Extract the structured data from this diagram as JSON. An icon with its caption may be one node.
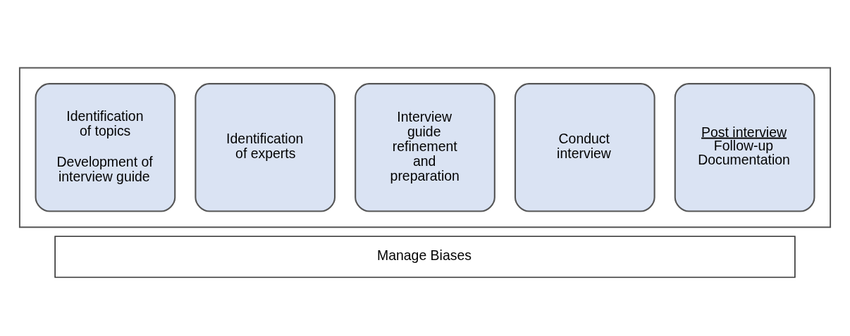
{
  "diagram": {
    "nodes": [
      {
        "text": [],
        "shape": "arrow"
      },
      {
        "text": [
          "Identification of topics",
          "Development of interview guide"
        ],
        "in": 0
      },
      {
        "text": [
          "Identification of experts"
        ],
        "in": 0
      },
      {
        "text": [
          "Interview guide refinement and preparation"
        ],
        "in": 0
      },
      {
        "text": [
          "Conduct interview"
        ],
        "in": 0
      },
      {
        "text": [
          "Post interview",
          "Follow-up Documentation"
        ],
        "in": 0
      },
      {
        "text": [
          "Manage Biases"
        ]
      }
    ],
    "edges": []
  }
}
